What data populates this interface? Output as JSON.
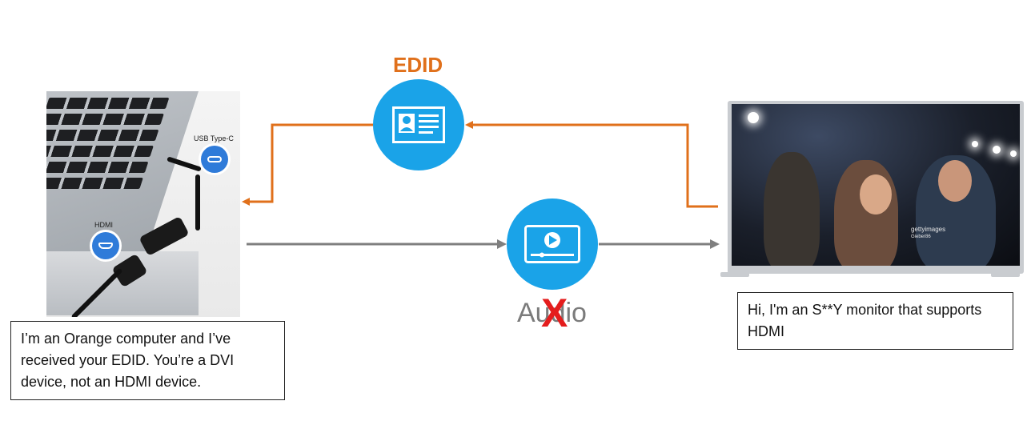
{
  "edid_label": "EDID",
  "audio_label": "Audio",
  "audio_x_mark": "X",
  "laptop": {
    "usb_label": "USB Type-C",
    "hdmi_label": "HDMI"
  },
  "monitor": {
    "watermark_brand": "gettyimages",
    "watermark_sub": "Gieber86"
  },
  "messages": {
    "computer": "I’m an Orange computer and I’ve received your EDID. You’re a DVI device, not an HDMI device.",
    "monitor": "Hi, I'm an S**Y monitor that supports HDMI"
  },
  "colors": {
    "edid_arrow": "#e0701b",
    "video_arrow": "#7f7f7f",
    "circle": "#1aa3e8",
    "badge": "#2f7bd9",
    "x_mark": "#e41d1d"
  },
  "icons": {
    "edid_circle": "id-card-icon",
    "video_circle": "video-player-icon",
    "usb_badge": "usb-c-port-icon",
    "hdmi_badge": "hdmi-port-icon"
  }
}
